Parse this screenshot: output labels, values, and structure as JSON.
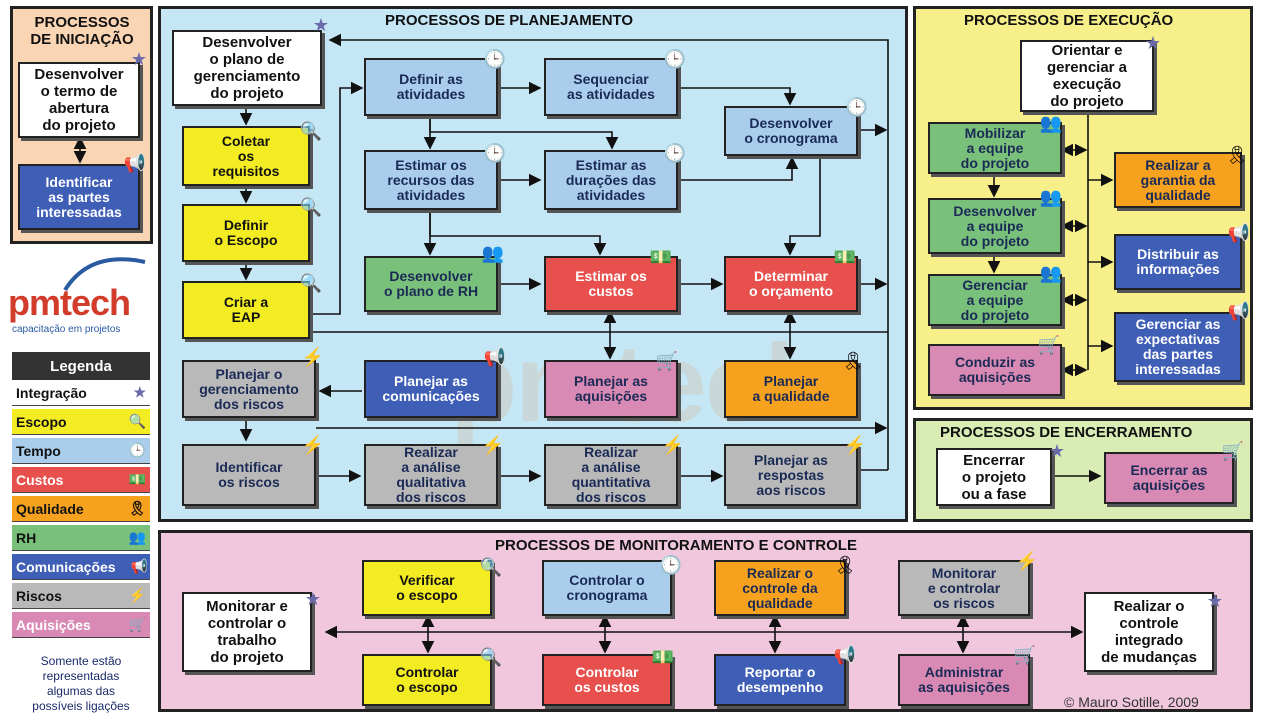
{
  "panels": {
    "iniciacao": "PROCESSOS\nDE INICIAÇÃO",
    "planejamento": "PROCESSOS DE PLANEJAMENTO",
    "execucao": "PROCESSOS DE EXECUÇÃO",
    "encerramento": "PROCESSOS DE ENCERRAMENTO",
    "monitoramento": "PROCESSOS DE MONITORAMENTO E CONTROLE"
  },
  "iniciacao": {
    "termo": "Desenvolver\no termo de\nabertura\ndo projeto",
    "partes": "Identificar\nas partes\ninteressadas"
  },
  "planejamento": {
    "plano": "Desenvolver\no plano de\ngerenciamento\ndo projeto",
    "coletar": "Coletar\nos\nrequisitos",
    "escopo": "Definir\no Escopo",
    "eap": "Criar a\nEAP",
    "def_ativ": "Definir as\natividades",
    "seq_ativ": "Sequenciar\nas atividades",
    "cronograma": "Desenvolver\no cronograma",
    "recursos": "Estimar os\nrecursos das\natividades",
    "duracoes": "Estimar as\ndurações das\natividades",
    "plano_rh": "Desenvolver\no plano de RH",
    "custos": "Estimar os\ncustos",
    "orcamento": "Determinar\no orçamento",
    "riscos_plan": "Planejar o\ngerenciamento\ndos riscos",
    "comunicacoes": "Planejar as\ncomunicações",
    "aquisicoes": "Planejar as\naquisições",
    "qualidade": "Planejar\na qualidade",
    "ident_riscos": "Identificar\nos riscos",
    "qualitativa": "Realizar\na análise\nqualitativa\ndos riscos",
    "quantitativa": "Realizar\na análise\nquantitativa\ndos riscos",
    "respostas": "Planejar as\nrespostas\naos riscos"
  },
  "execucao": {
    "orientar": "Orientar e\ngerenciar a\nexecução\ndo projeto",
    "mobilizar": "Mobilizar\na equipe\ndo projeto",
    "desenvolver": "Desenvolver\na equipe\ndo projeto",
    "gerenciar": "Gerenciar\na equipe\ndo projeto",
    "conduzir": "Conduzir as\naquisições",
    "garantia": "Realizar a\ngarantia da\nqualidade",
    "distribuir": "Distribuir as\ninformações",
    "expectativas": "Gerenciar as\nexpectativas\ndas partes\ninteressadas"
  },
  "encerramento": {
    "encerrar_projeto": "Encerrar\no projeto\nou a fase",
    "encerrar_aquisicoes": "Encerrar as\naquisições"
  },
  "monitoramento": {
    "monitorar": "Monitorar e\ncontrolar o\ntrabalho\ndo projeto",
    "verificar": "Verificar\no escopo",
    "controlar_escopo": "Controlar\no escopo",
    "controlar_cronograma": "Controlar o\ncronograma",
    "controlar_custos": "Controlar\nos custos",
    "controle_qualidade": "Realizar o\ncontrole da\nqualidade",
    "reportar": "Reportar o\ndesempenho",
    "monitorar_riscos": "Monitorar\ne controlar\nos riscos",
    "administrar": "Administrar\nas aquisições",
    "integrado": "Realizar o\ncontrole\nintegrado\nde mudanças"
  },
  "logo": {
    "name": "pmtech",
    "tagline": "capacitação em projetos"
  },
  "legend": {
    "title": "Legenda",
    "items": [
      "Integração",
      "Escopo",
      "Tempo",
      "Custos",
      "Qualidade",
      "RH",
      "Comunicações",
      "Riscos",
      "Aquisições"
    ]
  },
  "note": "Somente estão\nrepresentadas\nalgumas das\npossíveis ligações",
  "copyright": "© Mauro Sotille, 2009",
  "watermark": "pmtech",
  "colors": {
    "integracao": "#ffffff",
    "escopo": "#f3ec22",
    "tempo": "#a9cdea",
    "custos": "#e8504e",
    "qualidade": "#f6a21e",
    "rh": "#79c07b",
    "comunicacoes": "#3f5fb6",
    "riscos": "#b9b9b9",
    "aquisicoes": "#d98ab4",
    "iniciacao_bg": "#f9d5b3",
    "planejamento_bg": "#c4e6f5",
    "execucao_bg": "#f7f08a",
    "encerramento_bg": "#d9ecb4",
    "monitoramento_bg": "#f0c7dc"
  },
  "icons": {
    "integracao": "star-icon",
    "escopo": "magnifier-icon",
    "tempo": "clock-icon",
    "custos": "money-icon",
    "qualidade": "ribbon-icon",
    "rh": "people-icon",
    "comunicacoes": "megaphone-icon",
    "riscos": "lightning-icon",
    "aquisicoes": "cart-icon"
  }
}
